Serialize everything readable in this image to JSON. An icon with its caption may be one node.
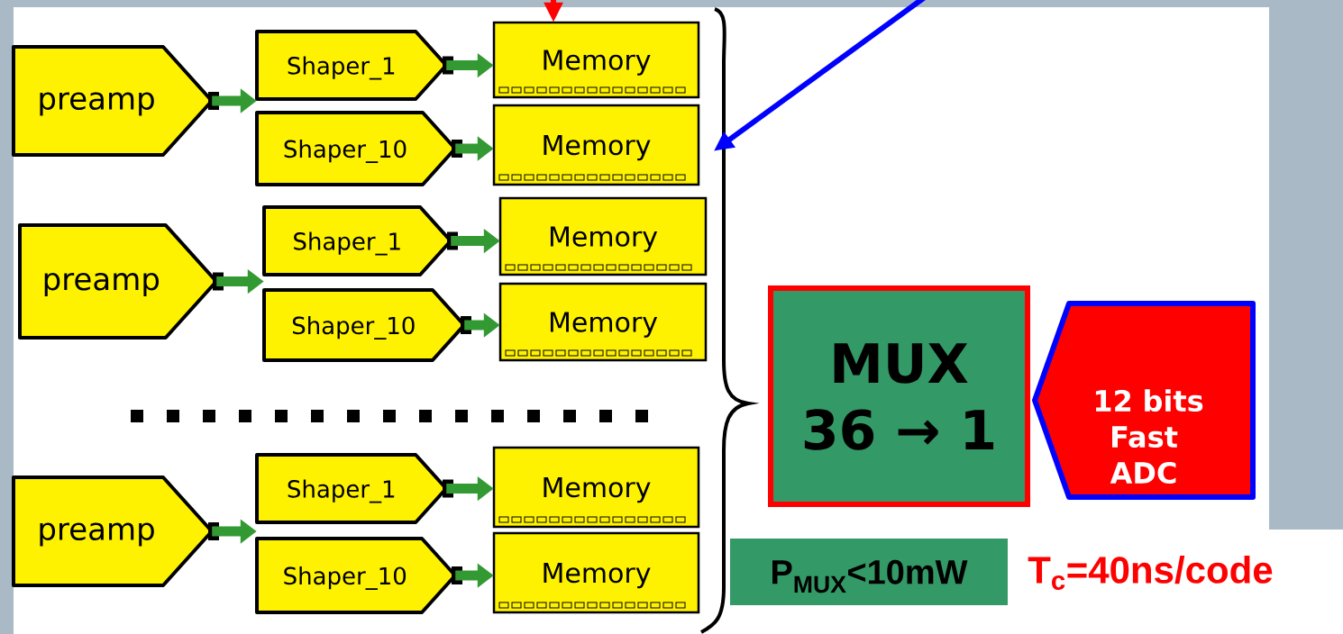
{
  "diagram": {
    "nodes": [
      {
        "text": [
          "preamp"
        ]
      },
      {
        "text": [
          "Shaper_1"
        ]
      },
      {
        "text": [
          "Shaper_10"
        ]
      },
      {
        "text": [
          "Memory"
        ]
      },
      {
        "text": [
          "Memory"
        ]
      },
      {
        "text": [
          "preamp"
        ]
      },
      {
        "text": [
          "Shaper_1"
        ]
      },
      {
        "text": [
          "Shaper_10"
        ]
      },
      {
        "text": [
          "Memory"
        ]
      },
      {
        "text": [
          "Memory"
        ]
      },
      {
        "text": [
          "preamp"
        ]
      },
      {
        "text": [
          "Shaper_1"
        ]
      },
      {
        "text": [
          "Shaper_10"
        ]
      },
      {
        "text": [
          "Memory"
        ]
      },
      {
        "text": [
          "Memory"
        ]
      },
      {
        "text": [],
        "shape": "bracket"
      },
      {
        "text": [
          "MUX",
          "36 → 1"
        ]
      },
      {
        "text": [
          "12 bits Fast ADC"
        ]
      },
      {
        "text": [
          "P$_{MUX}$<10mW"
        ]
      }
    ],
    "edges": [
      {
        "from": 0,
        "to": 1,
        "arrow": "to"
      },
      {
        "from": 1,
        "to": 3,
        "arrow": "to"
      },
      {
        "from": 2,
        "to": 4,
        "arrow": "to"
      },
      {
        "from": 5,
        "to": 6,
        "arrow": "to"
      },
      {
        "from": 6,
        "to": 8,
        "arrow": "to"
      },
      {
        "from": 7,
        "to": 9,
        "arrow": "to"
      },
      {
        "from": 10,
        "to": 11,
        "arrow": "to"
      },
      {
        "from": 11,
        "to": 13,
        "arrow": "to"
      },
      {
        "from": 12,
        "to": 14,
        "arrow": "to"
      },
      {
        "from": null,
        "to": 3,
        "arrow": "to",
        "color": "#ff0000"
      },
      {
        "from": null,
        "to": 15,
        "arrow": "to",
        "color": "#0000ff"
      }
    ],
    "labels": [
      "T$_{c}$=40ns/code"
    ]
  }
}
